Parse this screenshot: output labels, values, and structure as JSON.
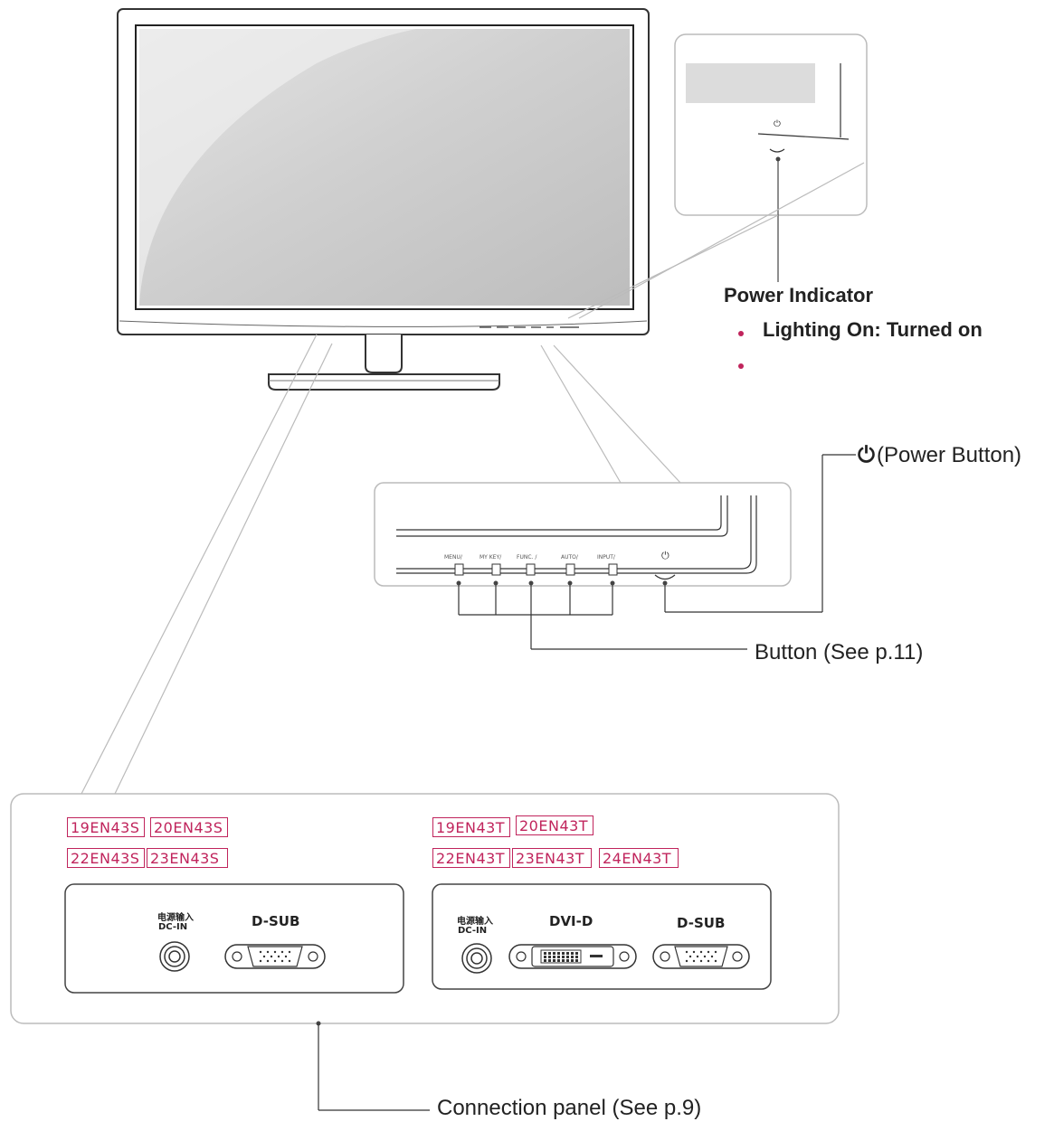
{
  "power_indicator": {
    "title": "Power Indicator",
    "bullets": [
      "Lighting On: Turned on",
      ""
    ]
  },
  "power_button": {
    "icon": "power-icon",
    "label": "(Power Button)"
  },
  "button_callout": {
    "label": "Button (See p.11)",
    "front_buttons": [
      "MENU/",
      "MY KEY/",
      "FUNC. /",
      "AUTO/",
      "INPUT/"
    ]
  },
  "connection_panel": {
    "label": "Connection panel (See p.9)",
    "models_s": [
      "19EN43S",
      "20EN43S",
      "22EN43S",
      "23EN43S"
    ],
    "models_t": [
      "19EN43T",
      "20EN43T",
      "22EN43T",
      "23EN43T",
      "24EN43T"
    ],
    "dc_in_cn": "电源输入",
    "dc_in": "DC-IN",
    "dsub": "D-SUB",
    "dvid": "DVI-D"
  },
  "colors": {
    "accent": "#c0245c",
    "line": "#333333",
    "panel_border": "#bbbbbb"
  }
}
